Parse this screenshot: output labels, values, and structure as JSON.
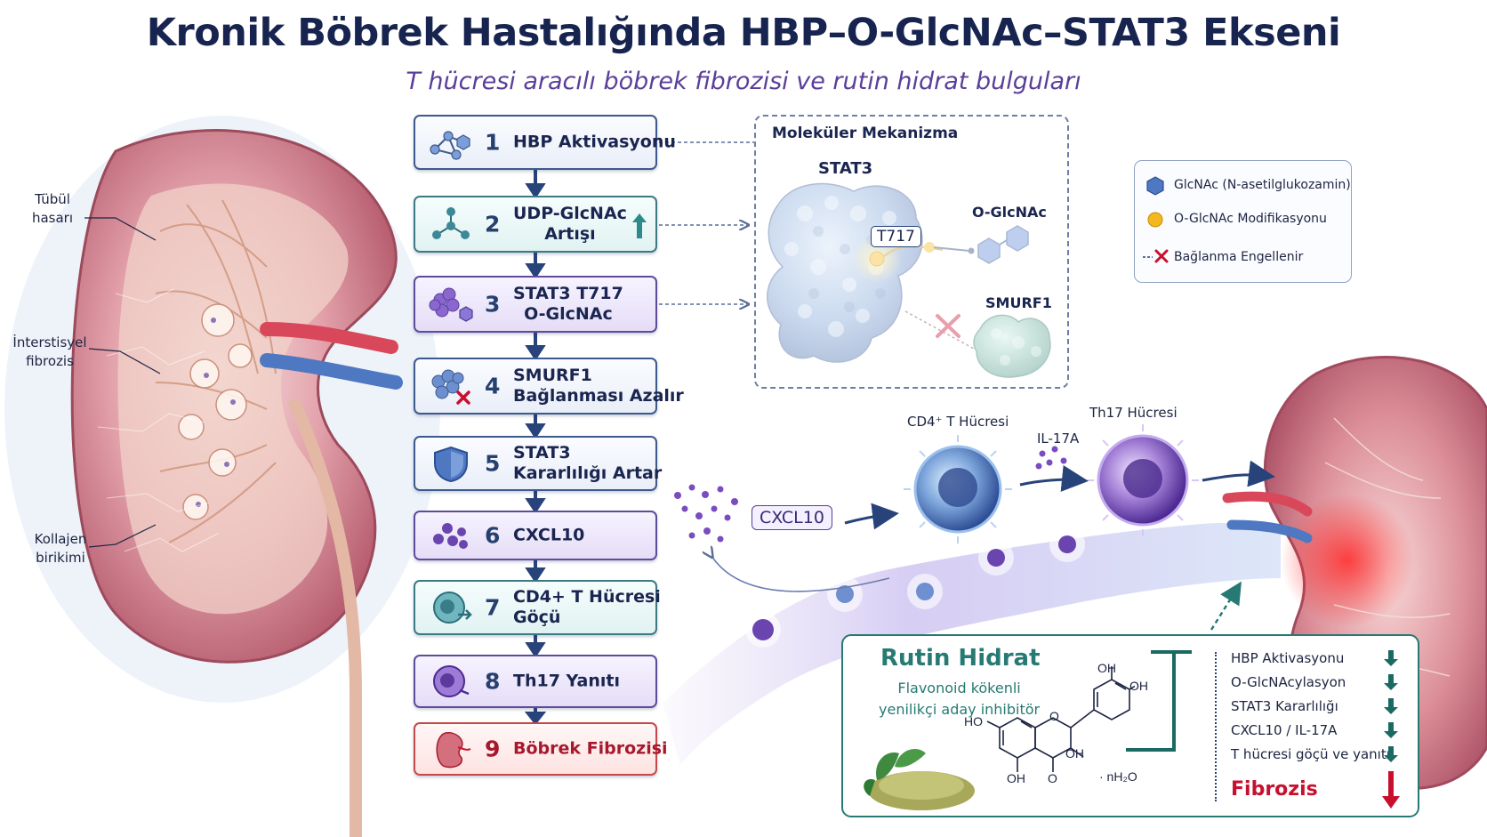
{
  "title": "Kronik Böbrek Hastalığında HBP–O-GlcNAc–STAT3 Ekseni",
  "subtitle": "T hücresi aracılı böbrek fibrozisi ve rutin hidrat bulguları",
  "kidney_labels": {
    "tubul": "Tübül\nhasarı",
    "interstisyel": "İnterstisyel\nfibrozis",
    "kollajen": "Kollajen\nbirikimi"
  },
  "steps": [
    {
      "num": "1",
      "text": "HBP Aktivasyonu"
    },
    {
      "num": "2",
      "text": "UDP-GlcNAc\nArtışı"
    },
    {
      "num": "3",
      "text": "STAT3 T717\nO-GlcNAc"
    },
    {
      "num": "4",
      "text": "SMURF1\nBağlanması Azalır"
    },
    {
      "num": "5",
      "text": "STAT3\nKararlılığı Artar"
    },
    {
      "num": "6",
      "text": "CXCL10"
    },
    {
      "num": "7",
      "text": "CD4+ T Hücresi\nGöçü"
    },
    {
      "num": "8",
      "text": "Th17 Yanıtı"
    },
    {
      "num": "9",
      "text": "Böbrek Fibrozisi"
    }
  ],
  "mechanism": {
    "title": "Moleküler Mekanizma",
    "stat3": "STAT3",
    "site": "T717",
    "oglcnac": "O-GlcNAc",
    "smurf1": "SMURF1"
  },
  "legend": [
    {
      "icon": "hexagon-icon",
      "text": "GlcNAc (N-asetilglukozamin)"
    },
    {
      "icon": "yellow-dot-icon",
      "text": "O-GlcNAc Modifikasyonu"
    },
    {
      "icon": "red-x-icon",
      "text": "Bağlanma Engellenir"
    }
  ],
  "cells": {
    "cxcl10": "CXCL10",
    "cd4": "CD4⁺ T Hücresi",
    "il17a": "IL-17A",
    "th17": "Th17 Hücresi"
  },
  "rutin": {
    "title": "Rutin Hidrat",
    "desc": "Flavonoid kökenli\nyenilikçi aday inhibitör",
    "chem": {
      "oh1": "OH",
      "oh2": "OH",
      "ho": "HO",
      "o_ring": "O",
      "oh3": "OH",
      "oh4": "OH",
      "o_keto": "O",
      "nh2o": "· nH₂O"
    },
    "effects": [
      "HBP Aktivasyonu",
      "O-GlcNAcylasyon",
      "STAT3 Kararlılığı",
      "CXCL10 / IL-17A",
      "T hücresi göçü ve yanıtı"
    ],
    "fibrozis": "Fibrozis"
  },
  "colors": {
    "navy": "#17244f",
    "violet": "#5a3f9a",
    "teal": "#277a73",
    "red": "#c8102e"
  }
}
